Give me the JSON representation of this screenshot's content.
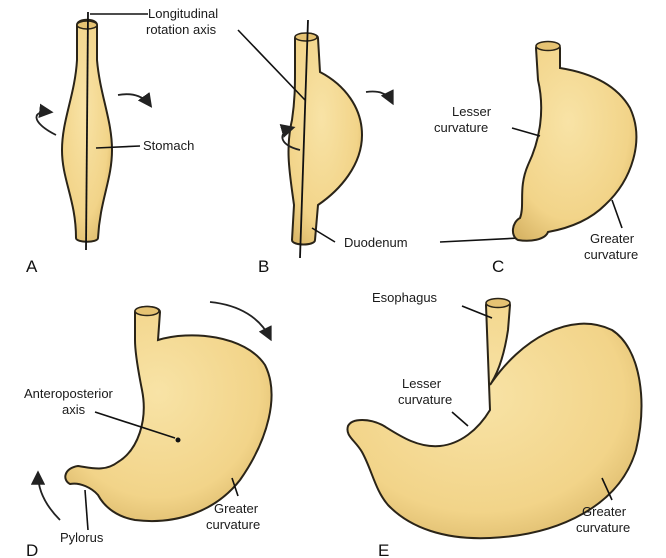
{
  "colors": {
    "organ_fill": "#F2D489",
    "organ_shade": "#C9A654",
    "outline": "#2A2418",
    "background": "#FFFFFF"
  },
  "labels": {
    "longitudinal_axis": [
      "Longitudinal",
      "rotation axis"
    ],
    "stomach": "Stomach",
    "duodenum": "Duodenum",
    "lesser_curvature_c": [
      "Lesser",
      "curvature"
    ],
    "greater_curvature_c": [
      "Greater",
      "curvature"
    ],
    "anteroposterior_axis": [
      "Anteroposterior",
      "axis"
    ],
    "greater_curvature_d": [
      "Greater",
      "curvature"
    ],
    "pylorus": "Pylorus",
    "esophagus": "Esophagus",
    "lesser_curvature_e": [
      "Lesser",
      "curvature"
    ],
    "greater_curvature_e": [
      "Greater",
      "curvature"
    ]
  },
  "panels": {
    "a": "A",
    "b": "B",
    "c": "C",
    "d": "D",
    "e": "E"
  }
}
